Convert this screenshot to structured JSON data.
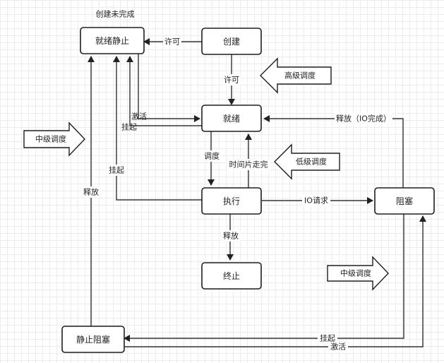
{
  "note": "创建未完成",
  "nodes": {
    "ready_suspended": "就绪静止",
    "create": "创建",
    "ready": "就绪",
    "running": "执行",
    "terminated": "终止",
    "blocked": "阻塞",
    "blocked_suspended": "静止阻塞"
  },
  "edges": {
    "permit_top": "许可",
    "permit": "许可",
    "activate_top": "激活",
    "suspend_top": "挂起",
    "suspend_left": "挂起",
    "release_left": "释放",
    "dispatch": "调度",
    "timeslice": "时间片走完",
    "release_io": "释放（IO完成）",
    "io_request": "IO请求",
    "release_down": "释放",
    "suspend_bottom": "挂起",
    "activate_bottom": "激活"
  },
  "callouts": {
    "high": "高级调度",
    "mid_left": "中级调度",
    "low": "低级调度",
    "mid_right": "中级调度"
  }
}
